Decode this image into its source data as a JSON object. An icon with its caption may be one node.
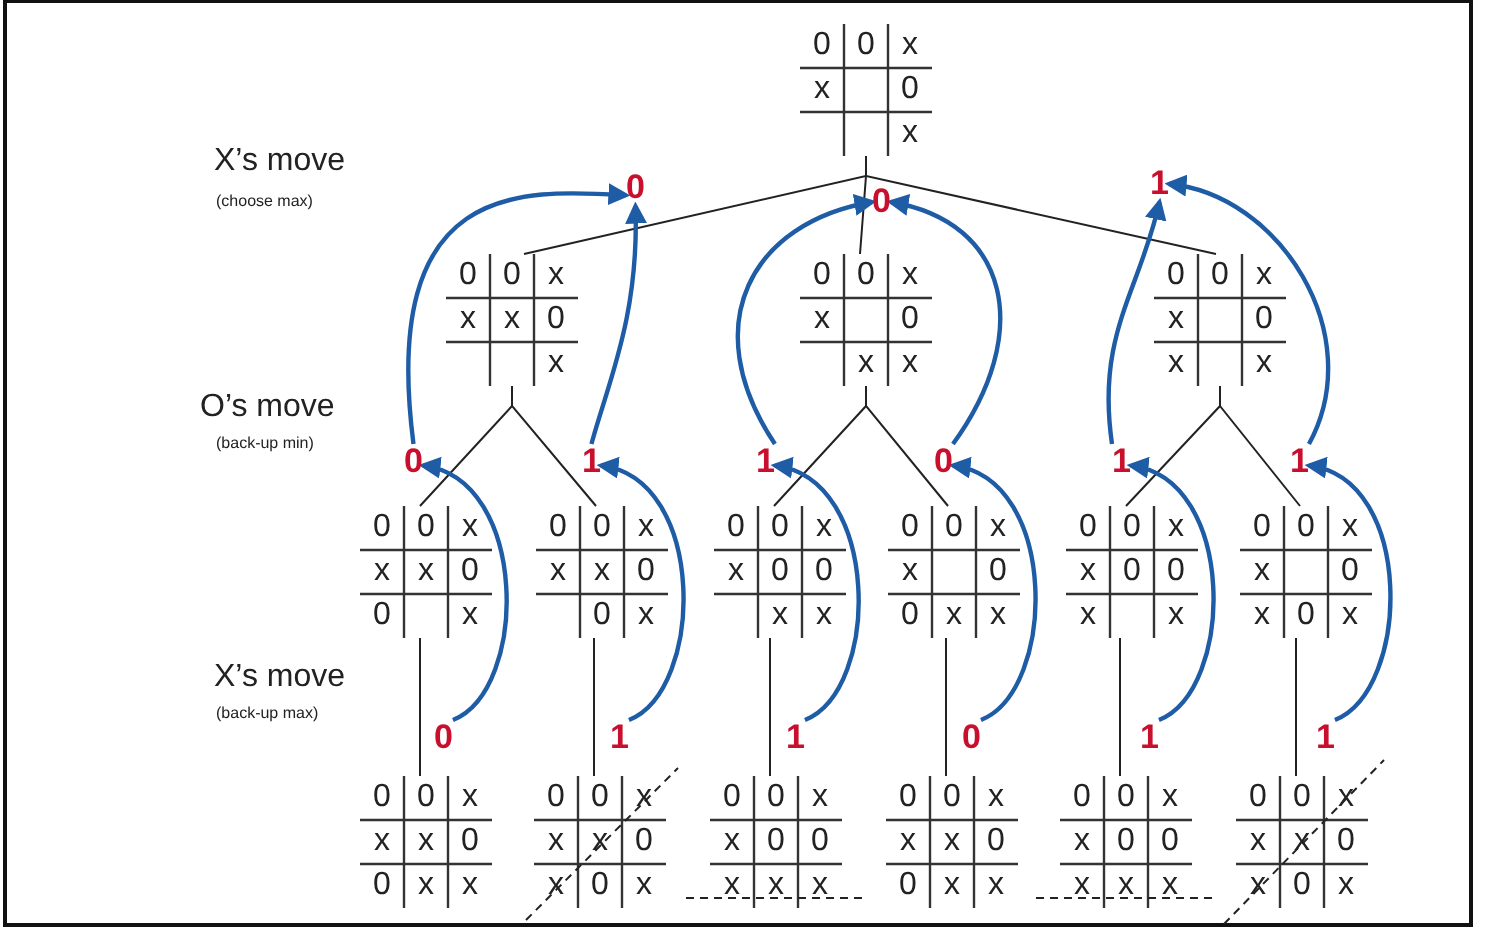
{
  "diagram": {
    "nodes": [
      {
        "text": [
          "0",
          "0",
          "x",
          "x",
          "0",
          "x"
        ]
      },
      {
        "text": [
          "0"
        ]
      },
      {
        "text": [
          "0"
        ]
      },
      {
        "text": [
          "1"
        ]
      },
      {
        "text": [
          "0",
          "0",
          "x",
          "x",
          "x",
          "0",
          "x"
        ]
      },
      {
        "text": [
          "0",
          "0",
          "x",
          "x",
          "0",
          "x",
          "x"
        ]
      },
      {
        "text": [
          "0",
          "0",
          "x",
          "x",
          "0",
          "x",
          "x"
        ]
      },
      {
        "text": [
          "0"
        ]
      },
      {
        "text": [
          "1"
        ]
      },
      {
        "text": [
          "1"
        ]
      },
      {
        "text": [
          "0"
        ]
      },
      {
        "text": [
          "1"
        ]
      },
      {
        "text": [
          "1"
        ]
      },
      {
        "text": [
          "0",
          "0",
          "x",
          "x",
          "x",
          "0",
          "0",
          "x"
        ]
      },
      {
        "text": [
          "0",
          "0",
          "x",
          "x",
          "x",
          "0",
          "0",
          "x"
        ]
      },
      {
        "text": [
          "0",
          "0",
          "x",
          "x",
          "0",
          "0",
          "x",
          "x"
        ]
      },
      {
        "text": [
          "0",
          "0",
          "x",
          "x",
          "0",
          "0",
          "x",
          "x"
        ]
      },
      {
        "text": [
          "0",
          "0",
          "x",
          "x",
          "0",
          "0",
          "x",
          "x"
        ]
      },
      {
        "text": [
          "0",
          "0",
          "x",
          "x",
          "0",
          "x",
          "0",
          "x"
        ]
      },
      {
        "text": [
          "0"
        ]
      },
      {
        "text": [
          "1"
        ]
      },
      {
        "text": [
          "1"
        ]
      },
      {
        "text": [
          "0"
        ]
      },
      {
        "text": [
          "1"
        ]
      },
      {
        "text": [
          "1"
        ]
      },
      {
        "text": [
          "0",
          "0",
          "x",
          "x",
          "x",
          "0",
          "0",
          "x",
          "x"
        ]
      },
      {
        "text": [
          "0",
          "0",
          "x",
          "x",
          "x",
          "0",
          "x",
          "0",
          "x"
        ]
      },
      {
        "text": [
          "0",
          "0",
          "x",
          "x",
          "0",
          "0",
          "x",
          "x",
          "x"
        ]
      },
      {
        "text": [
          "0",
          "0",
          "x",
          "x",
          "x",
          "0",
          "0",
          "x",
          "x"
        ]
      },
      {
        "text": [
          "0",
          "0",
          "x",
          "x",
          "0",
          "0",
          "x",
          "x",
          "x"
        ]
      },
      {
        "text": [
          "0",
          "0",
          "x",
          "x",
          "x",
          "0",
          "x",
          "0",
          "x"
        ]
      }
    ],
    "edges": [
      {
        "from": 0,
        "to": 4,
        "arrow": "none"
      },
      {
        "from": 0,
        "to": 5,
        "arrow": "none"
      },
      {
        "from": 0,
        "to": 6,
        "arrow": "none"
      },
      {
        "from": 4,
        "to": 13,
        "arrow": "none"
      },
      {
        "from": 4,
        "to": 14,
        "arrow": "none"
      },
      {
        "from": 5,
        "to": 15,
        "arrow": "none"
      },
      {
        "from": 5,
        "to": 16,
        "arrow": "none"
      },
      {
        "from": 6,
        "to": 17,
        "arrow": "none"
      },
      {
        "from": 6,
        "to": 18,
        "arrow": "none"
      },
      {
        "from": 13,
        "to": 25,
        "arrow": "none"
      },
      {
        "from": 14,
        "to": 26,
        "arrow": "none"
      },
      {
        "from": 15,
        "to": 27,
        "arrow": "none"
      },
      {
        "from": 16,
        "to": 28,
        "arrow": "none"
      },
      {
        "from": 17,
        "to": 29,
        "arrow": "none"
      },
      {
        "from": 18,
        "to": 30,
        "arrow": "none"
      },
      {
        "from": 19,
        "to": 7,
        "arrow": "to",
        "color": "#1f5ca6"
      },
      {
        "from": 20,
        "to": 8,
        "arrow": "to",
        "color": "#1f5ca6"
      },
      {
        "from": 21,
        "to": 9,
        "arrow": "to",
        "color": "#1f5ca6"
      },
      {
        "from": 22,
        "to": 10,
        "arrow": "to",
        "color": "#1f5ca6"
      },
      {
        "from": 23,
        "to": 11,
        "arrow": "to",
        "color": "#1f5ca6"
      },
      {
        "from": 24,
        "to": 12,
        "arrow": "to",
        "color": "#1f5ca6"
      },
      {
        "from": 7,
        "to": 1,
        "arrow": "to",
        "color": "#1f5ca6"
      },
      {
        "from": 8,
        "to": 1,
        "arrow": "to",
        "color": "#1f5ca6"
      },
      {
        "from": 9,
        "to": 2,
        "arrow": "to",
        "color": "#1f5ca6"
      },
      {
        "from": 10,
        "to": 2,
        "arrow": "to",
        "color": "#1f5ca6"
      },
      {
        "from": 11,
        "to": 3,
        "arrow": "to",
        "color": "#1f5ca6"
      },
      {
        "from": 12,
        "to": 3,
        "arrow": "to",
        "color": "#1f5ca6"
      }
    ],
    "labels": [
      "X’s move",
      "(choose max)",
      "O’s move",
      "(back-up min)",
      "X’s move",
      "(back-up max)"
    ]
  }
}
